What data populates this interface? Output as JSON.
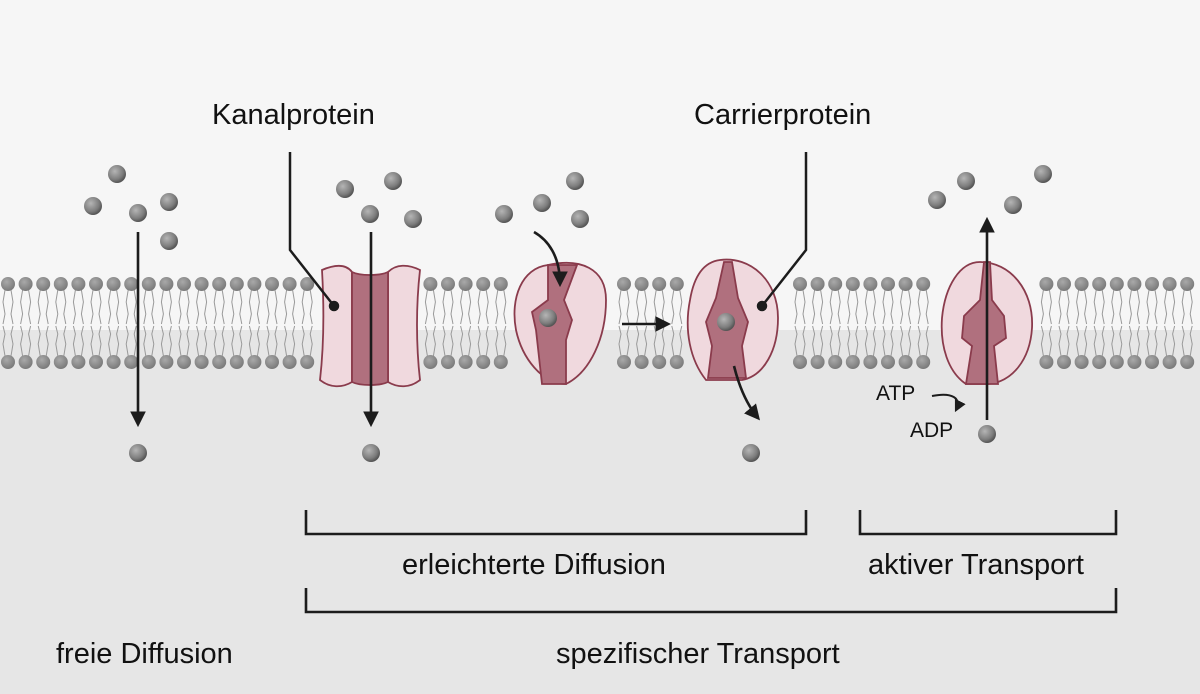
{
  "labels": {
    "kanalprotein": "Kanalprotein",
    "carrierprotein": "Carrierprotein",
    "atp": "ATP",
    "adp": "ADP",
    "erleichterte_diffusion": "erleichterte Diffusion",
    "aktiver_transport": "aktiver Transport",
    "freie_diffusion": "freie Diffusion",
    "spezifischer_transport": "spezifischer Transport"
  },
  "colors": {
    "outside_background": "#f6f6f6",
    "inside_background": "#e6e6e6",
    "lipid_head": "#8f8f8f",
    "lipid_tail": "#9a9a9a",
    "protein_light": "#f0d9de",
    "protein_dark": "#b0707e",
    "protein_outline": "#8a3b4c",
    "molecule": "#7f7f7f",
    "arrow": "#1c1c1c"
  }
}
